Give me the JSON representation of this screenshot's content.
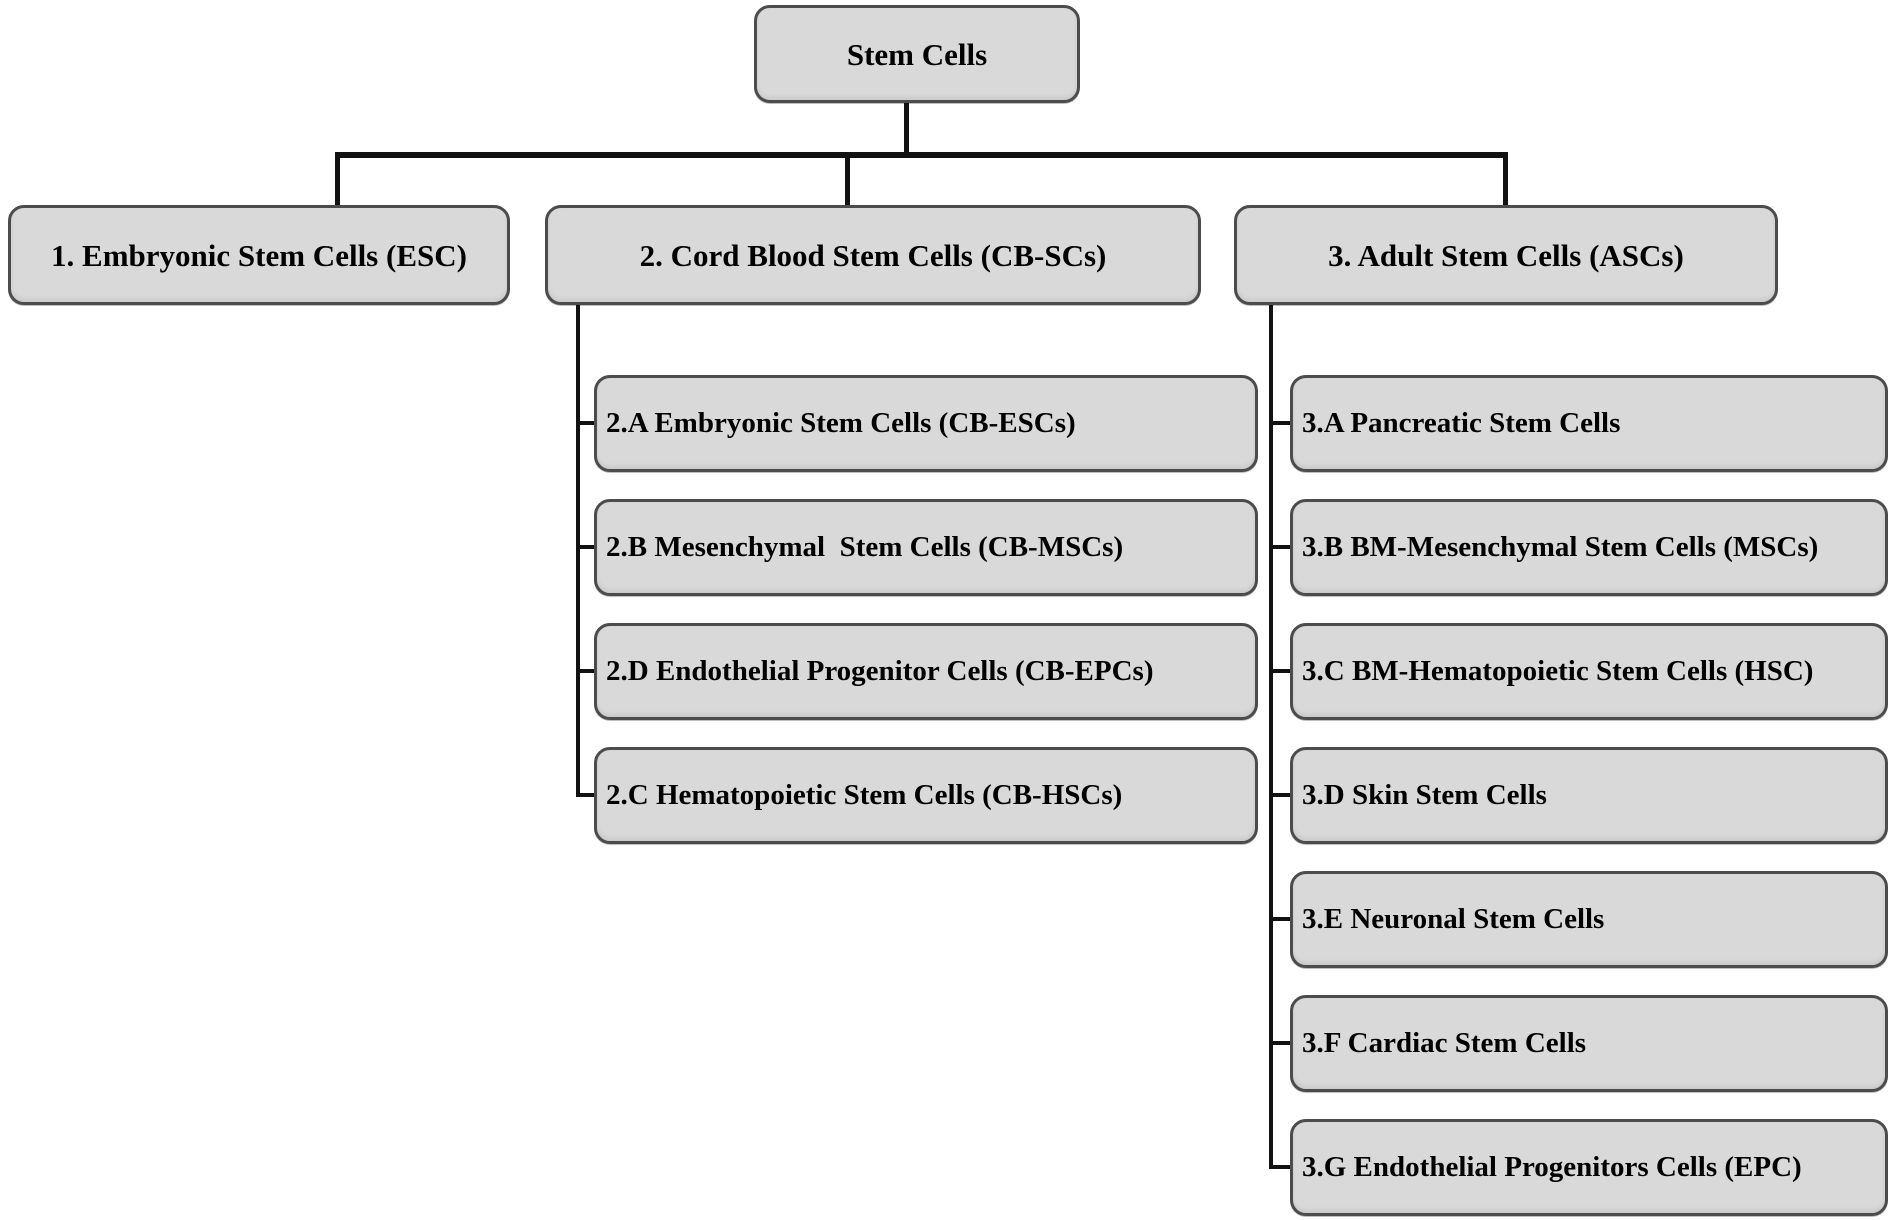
{
  "diagram": {
    "type": "tree",
    "root": {
      "label": "Stem Cells"
    },
    "branches": [
      {
        "label": "1. Embryonic Stem Cells (ESC)",
        "children": []
      },
      {
        "label": "2. Cord Blood Stem Cells (CB-SCs)",
        "children": [
          {
            "label": "2.A Embryonic Stem Cells (CB-ESCs)"
          },
          {
            "label": "2.B Mesenchymal  Stem Cells (CB-MSCs)"
          },
          {
            "label": "2.D Endothelial Progenitor Cells (CB-EPCs)"
          },
          {
            "label": "2.C Hematopoietic Stem Cells (CB-HSCs)"
          }
        ]
      },
      {
        "label": "3. Adult Stem Cells (ASCs)",
        "children": [
          {
            "label": "3.A Pancreatic Stem Cells"
          },
          {
            "label": "3.B BM-Mesenchymal Stem Cells (MSCs)"
          },
          {
            "label": "3.C BM-Hematopoietic Stem Cells (HSC)"
          },
          {
            "label": "3.D Skin Stem Cells"
          },
          {
            "label": "3.E Neuronal Stem Cells"
          },
          {
            "label": "3.F Cardiac Stem Cells"
          },
          {
            "label": "3.G Endothelial Progenitors Cells (EPC)"
          }
        ]
      }
    ],
    "colors": {
      "box_fill": "#d9d9d9",
      "box_border": "#4c4c4c",
      "connector": "#121212",
      "text": "#000000",
      "background": "#ffffff"
    }
  }
}
